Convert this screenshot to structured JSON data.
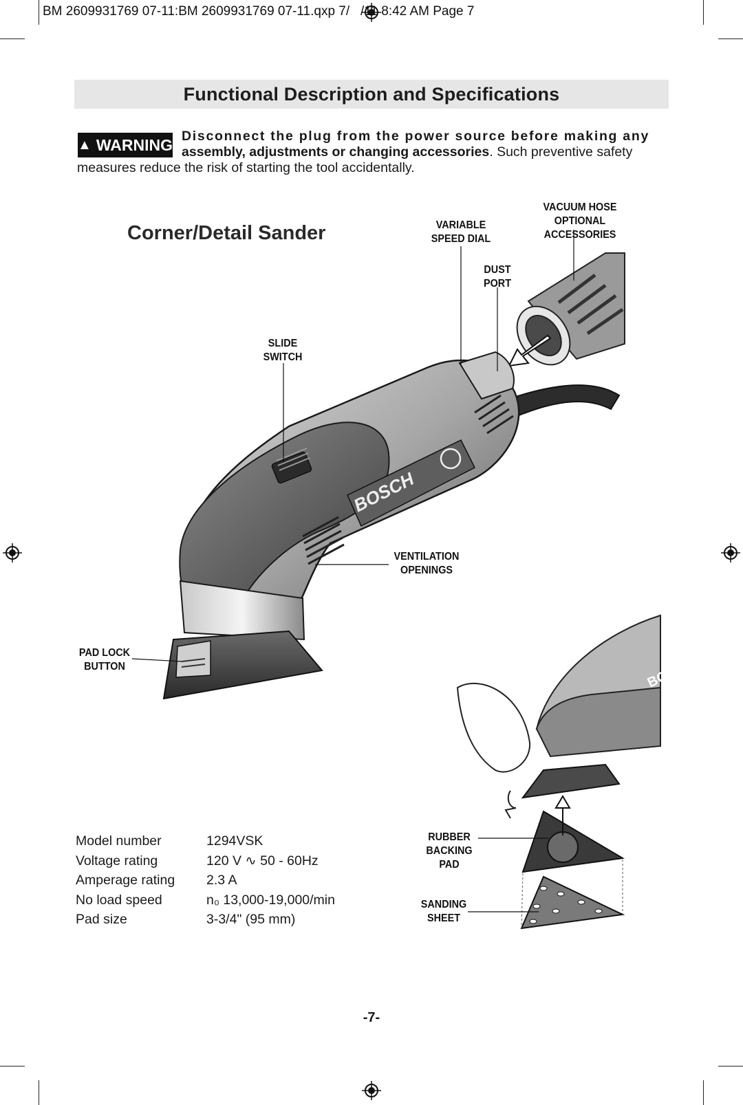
{
  "print_slug": "BM 2609931769 07-11:BM 2609931769 07-11.qxp  7/   /11  8:42 AM  Page 7",
  "section_title": "Functional Description and Specifications",
  "warning": {
    "badge": "WARNING",
    "bold_line1": "Disconnect the plug from the power source before making any",
    "bold_line2": "assembly, adjustments or changing accessories",
    "rest_line2": ". Such preventive safety",
    "line3": "measures reduce the risk of starting the tool accidentally."
  },
  "figure": {
    "title": "Corner/Detail Sander",
    "brand_mark": "BOSCH",
    "callouts": {
      "vacuum_hose": "VACUUM HOSE\nOPTIONAL ACCESSORIES",
      "variable_speed": "VARIABLE\nSPEED DIAL",
      "dust_port": "DUST\nPORT",
      "slide_switch": "SLIDE\nSWITCH",
      "ventilation": "VENTILATION\nOPENINGS",
      "pad_lock": "PAD LOCK\nBUTTON",
      "rubber_pad": "RUBBER\nBACKING PAD",
      "sanding_sheet": "SANDING\nSHEET"
    }
  },
  "specs": [
    {
      "label": "Model number",
      "value": "1294VSK"
    },
    {
      "label": "Voltage rating",
      "value": "120 V ∿ 50 - 60Hz"
    },
    {
      "label": "Amperage rating",
      "value": "2.3 A"
    },
    {
      "label": "No load speed",
      "value": "n₀ 13,000-19,000/min"
    },
    {
      "label": "Pad size",
      "value": "3-3/4\" (95 mm)"
    }
  ],
  "page_number": "-7-"
}
